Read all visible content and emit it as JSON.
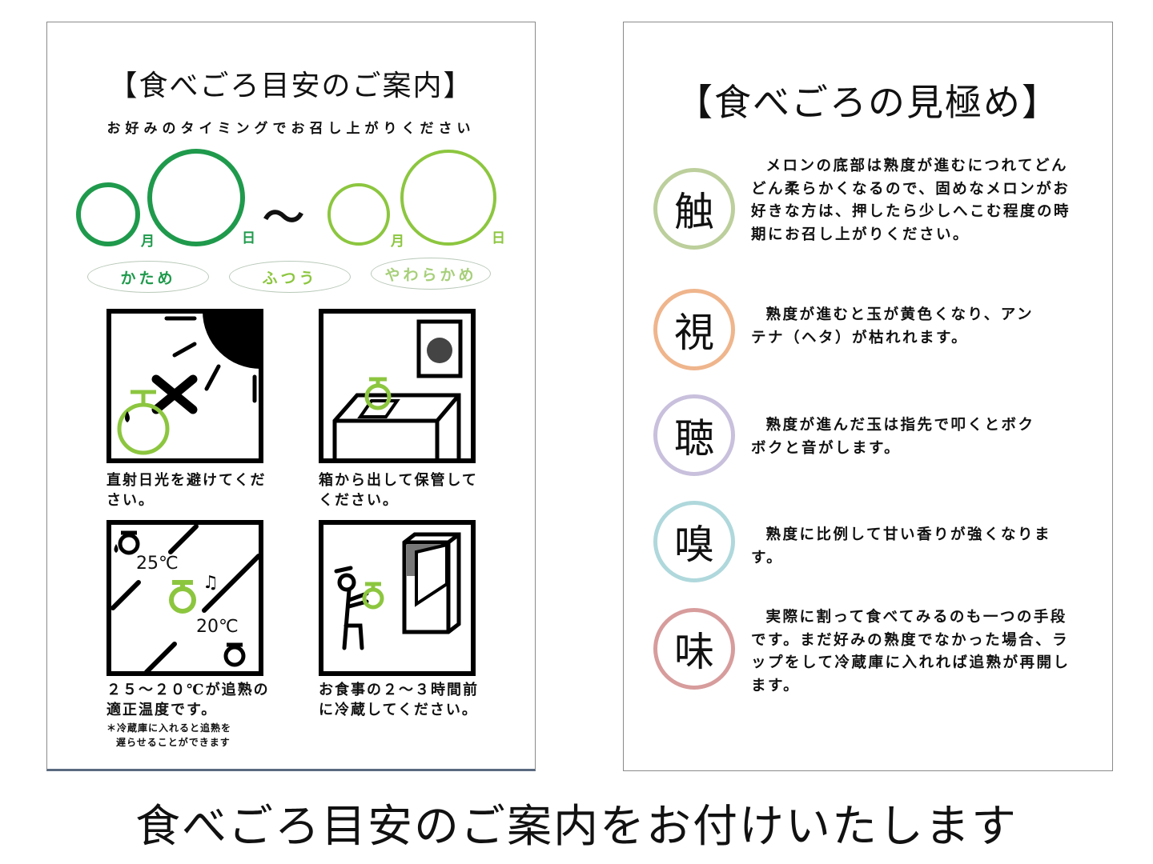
{
  "left_card": {
    "title": "【食べごろ目安のご案内】",
    "subtitle": "お好みのタイミングでお召し上がりください",
    "date_units": {
      "month": "月",
      "day": "日",
      "tilde": "〜"
    },
    "firmness": [
      "かため",
      "ふつう",
      "やわらかめ"
    ],
    "tips": [
      {
        "caption_lines": [
          "直射日光を避けてくだ",
          "さい。"
        ]
      },
      {
        "caption_lines": [
          "箱から出して保管して",
          "ください。"
        ]
      },
      {
        "caption_lines": [
          "２５〜２０℃が追熟の",
          "適正温度です。"
        ],
        "note_lines": [
          "＊冷蔵庫に入れると追熟を",
          "遅らせることができます"
        ],
        "temps": [
          "25℃",
          "20℃"
        ]
      },
      {
        "caption_lines": [
          "お食事の２〜３時間前",
          "に冷蔵してください。"
        ]
      }
    ],
    "colors": {
      "dark_green": "#1f9a4c",
      "light_green": "#8cc63f"
    }
  },
  "right_card": {
    "title": "【食べごろの見極め】",
    "senses": [
      {
        "kanji": "触",
        "color": "#bccf9c",
        "text": "メロンの底部は熟度が進むにつれてどんどん柔らかくなるので、固めなメロンがお好きな方は、押したら少しへこむ程度の時期にお召し上がりください。"
      },
      {
        "kanji": "視",
        "color": "#efb58c",
        "text": "熟度が進むと玉が黄色くなり、アンテナ（ヘタ）が枯れれます。"
      },
      {
        "kanji": "聴",
        "color": "#c8c0dc",
        "text": "熟度が進んだ玉は指先で叩くとボクボクと音がします。"
      },
      {
        "kanji": "嗅",
        "color": "#afd8dc",
        "text": "熟度に比例して甘い香りが強くなります。"
      },
      {
        "kanji": "味",
        "color": "#d79c9c",
        "text": "実際に割って食べてみるのも一つの手段です。まだ好みの熟度でなかった場合、ラップをして冷蔵庫に入れれば追熟が再開します。"
      }
    ]
  },
  "caption": "食べごろ目安のご案内をお付けいたします"
}
